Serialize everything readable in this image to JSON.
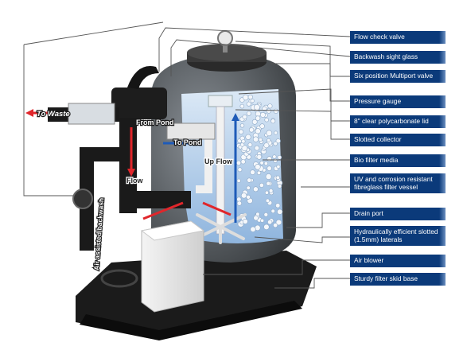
{
  "diagram": {
    "callouts": [
      {
        "id": "flow-check-valve",
        "label": "Flow check valve"
      },
      {
        "id": "backwash-sight-glass",
        "label": "Backwash sight glass"
      },
      {
        "id": "six-position-multiport-valve",
        "label": "Six position Multiport valve"
      },
      {
        "id": "pressure-gauge",
        "label": "Pressure gauge"
      },
      {
        "id": "clear-lid",
        "label": "8\" clear polycarbonate lid"
      },
      {
        "id": "slotted-collector",
        "label": "Slotted collector"
      },
      {
        "id": "bio-filter-media",
        "label": "Bio filter media"
      },
      {
        "id": "filter-vessel",
        "label": "UV and corrosion resistant fibreglass filter vessel"
      },
      {
        "id": "drain-port",
        "label": "Drain port"
      },
      {
        "id": "laterals",
        "label": "Hydraulically efficient slotted (1.5mm) laterals"
      },
      {
        "id": "air-blower",
        "label": "Air blower"
      },
      {
        "id": "skid-base",
        "label": "Sturdy filter skid base"
      }
    ],
    "labels": {
      "to_waste": "To Waste",
      "from_pond": "From Pond",
      "to_pond": "To Pond",
      "up_flow": "Up Flow",
      "flow": "Flow",
      "air_assisted_backwash": "Air assisted backwash"
    },
    "colors": {
      "callout_bg": "#0b3a7a",
      "arrow_red": "#e0262b",
      "arrow_blue": "#1e5bb8",
      "water": "#bcd6ef",
      "vessel": "#5b5f63"
    }
  }
}
